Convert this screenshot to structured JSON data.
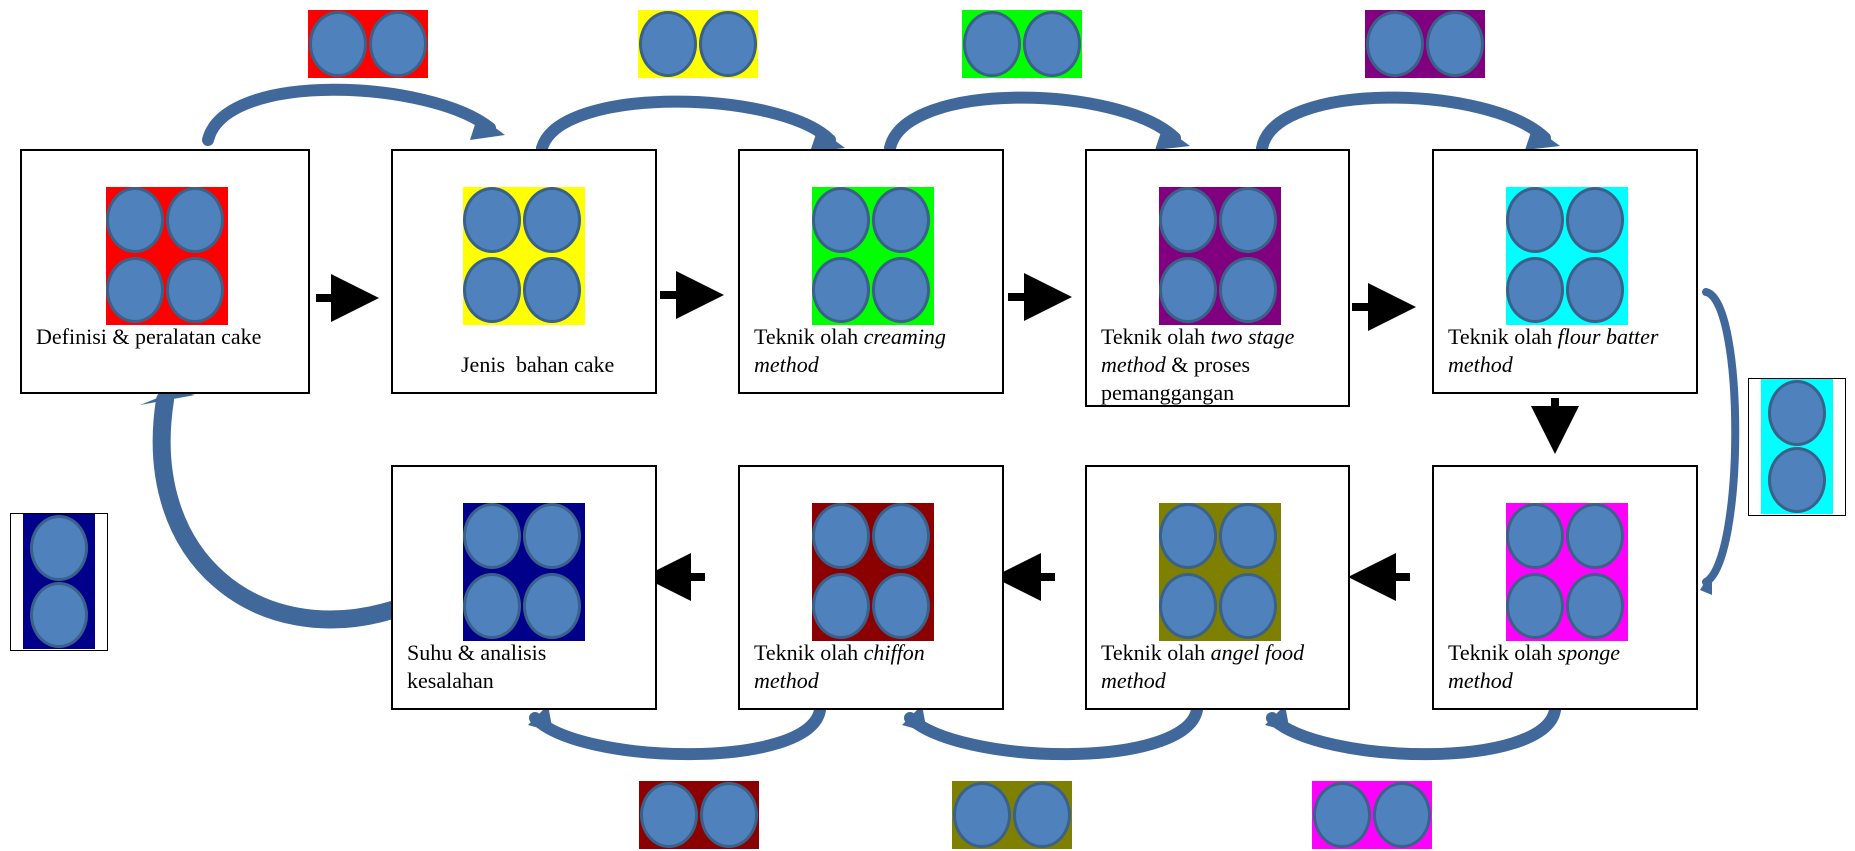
{
  "colors": {
    "circle_fill": "#4f81bd",
    "circle_stroke": "#3a6189",
    "connector": "#41689a",
    "step_colors": [
      "#ff0000",
      "#ffff00",
      "#00ff00",
      "#800080",
      "#00ffff",
      "#ff00ff",
      "#808000",
      "#8b0000",
      "#00008b"
    ]
  },
  "steps": [
    {
      "id": "definisi",
      "label_plain": "Definisi & peralatan cake",
      "label_italic": "",
      "label_after": ""
    },
    {
      "id": "jenis",
      "label_plain": "Jenis  bahan cake",
      "label_italic": "",
      "label_after": ""
    },
    {
      "id": "creaming",
      "label_plain": "Teknik olah ",
      "label_italic": "creaming method",
      "label_after": ""
    },
    {
      "id": "two-stage",
      "label_plain": "Teknik olah ",
      "label_italic": "two stage method",
      "label_after": " & proses pemanggangan"
    },
    {
      "id": "flour-batter",
      "label_plain": "Teknik olah ",
      "label_italic": "flour batter method",
      "label_after": ""
    },
    {
      "id": "sponge",
      "label_plain": "Teknik olah ",
      "label_italic": "sponge method",
      "label_after": ""
    },
    {
      "id": "angel-food",
      "label_plain": "Teknik olah ",
      "label_italic": "angel food method",
      "label_after": ""
    },
    {
      "id": "chiffon",
      "label_plain": "Teknik olah ",
      "label_italic": "chiffon method",
      "label_after": ""
    },
    {
      "id": "suhu",
      "label_plain": "Suhu & analisis kesalahan",
      "label_italic": "",
      "label_after": ""
    }
  ],
  "flow_order": [
    "definisi",
    "jenis",
    "creaming",
    "two-stage",
    "flour-batter",
    "sponge",
    "angel-food",
    "chiffon",
    "suhu",
    "definisi"
  ]
}
